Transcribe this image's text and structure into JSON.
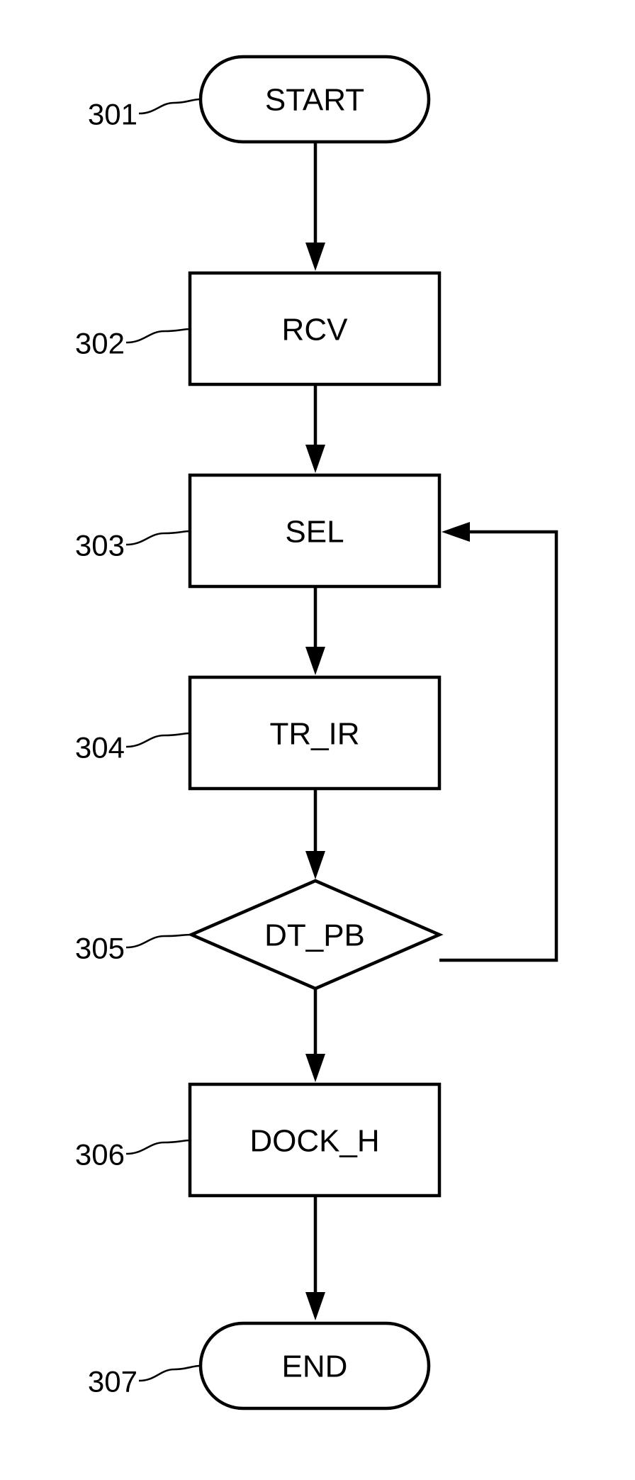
{
  "flowchart": {
    "nodes": [
      {
        "id": "start",
        "shape": "terminal",
        "label": "START",
        "ref": "301"
      },
      {
        "id": "rcv",
        "shape": "process",
        "label": "RCV",
        "ref": "302"
      },
      {
        "id": "sel",
        "shape": "process",
        "label": "SEL",
        "ref": "303"
      },
      {
        "id": "tr_ir",
        "shape": "process",
        "label": "TR_IR",
        "ref": "304"
      },
      {
        "id": "dt_pb",
        "shape": "decision",
        "label": "DT_PB",
        "ref": "305"
      },
      {
        "id": "dock_h",
        "shape": "process",
        "label": "DOCK_H",
        "ref": "306"
      },
      {
        "id": "end",
        "shape": "terminal",
        "label": "END",
        "ref": "307"
      }
    ],
    "edges": [
      {
        "from": "start",
        "to": "rcv"
      },
      {
        "from": "rcv",
        "to": "sel"
      },
      {
        "from": "sel",
        "to": "tr_ir"
      },
      {
        "from": "tr_ir",
        "to": "dt_pb"
      },
      {
        "from": "dt_pb",
        "to": "sel"
      },
      {
        "from": "dt_pb",
        "to": "dock_h"
      },
      {
        "from": "dock_h",
        "to": "end"
      }
    ]
  }
}
